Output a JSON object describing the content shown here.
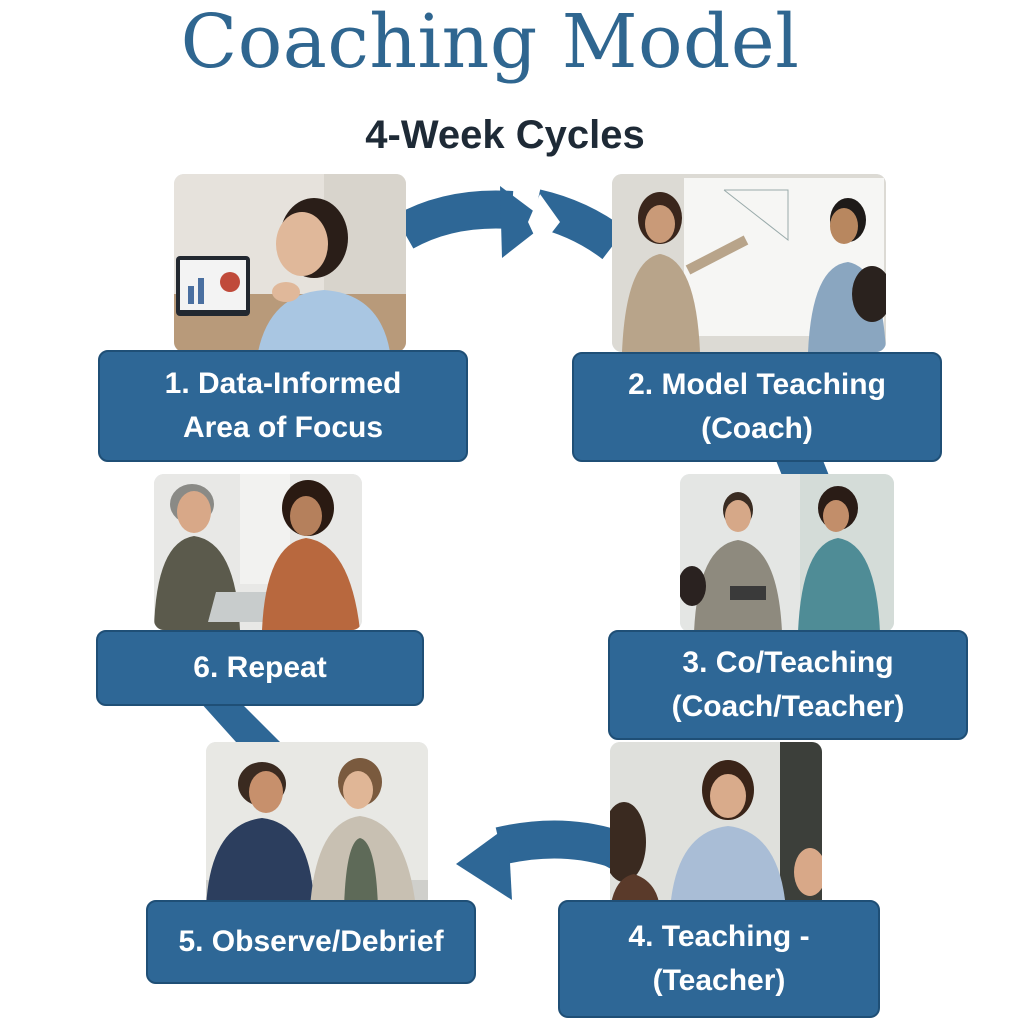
{
  "title": "Coaching Model",
  "subtitle": "4-Week Cycles",
  "colors": {
    "accent": "#2e6796",
    "title": "#2f6690",
    "subtitle": "#1e2a36"
  },
  "steps": [
    {
      "line1": "1. Data-Informed",
      "line2": "Area of Focus",
      "photo_icon": "person-with-laptop-photo"
    },
    {
      "line1": "2. Model Teaching",
      "line2": "(Coach)",
      "photo_icon": "coach-at-whiteboard-photo"
    },
    {
      "line1": "3. Co/Teaching",
      "line2": "(Coach/Teacher)",
      "photo_icon": "two-teachers-presenting-photo"
    },
    {
      "line1": "4. Teaching -",
      "line2": "(Teacher)",
      "photo_icon": "teacher-with-students-photo"
    },
    {
      "line1": "5. Observe/Debrief",
      "line2": "",
      "photo_icon": "debrief-conversation-photo"
    },
    {
      "line1": "6. Repeat",
      "line2": "",
      "photo_icon": "colleagues-with-tablet-photo"
    }
  ]
}
